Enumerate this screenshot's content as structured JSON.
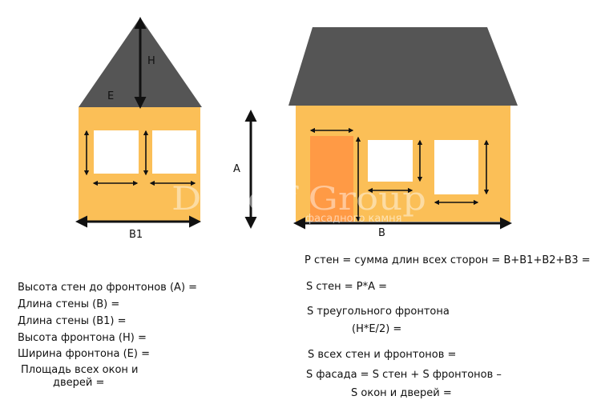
{
  "colors": {
    "wall": "#FBBF57",
    "roof": "#555555",
    "window": "#FFFFFF",
    "door": "#FF9A45",
    "line": "#111111"
  },
  "labels": {
    "H": "H",
    "E": "E",
    "A": "A",
    "B1": "B1",
    "B": "B"
  },
  "watermark": {
    "main": "DeFoff Group",
    "sub": "фасадного камня"
  },
  "left_list": {
    "wall_height": "Высота стен до фронтонов (А) =",
    "wall_length_b": "Длина стены (В) =",
    "wall_length_b1": "Длина стены (В1) =",
    "gable_height": "Высота фронтона (H) =",
    "gable_width": "Ширина фронтона (E) =",
    "openings_area_1": "Площадь всех окон и",
    "openings_area_2": "дверей ="
  },
  "right_list": {
    "perimeter": "Р стен = сумма длин всех сторон = В+В1+В2+В3 =",
    "wall_area": "S стен = Р*А =",
    "triangle_gable_1": "S треугольного фронтона",
    "triangle_gable_2": "(Н*E/2) =",
    "all_walls": "S всех стен и фронтонов =",
    "facade_1": "S фасада = S стен + S фронтонов –",
    "facade_2": "S окон и дверей ="
  }
}
